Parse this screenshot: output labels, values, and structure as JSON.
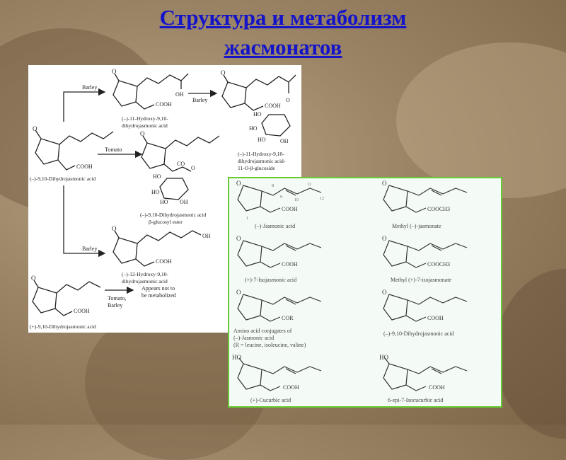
{
  "title": {
    "line1": "Структура и метаболизм",
    "line2": "жасмонатов"
  },
  "left_panel": {
    "arrow_barley_top": "Barley",
    "arrow_barley_right": "Barley",
    "arrow_tomato": "Tomato",
    "arrow_barley_mid": "Barley",
    "arrow_tomato_barley": [
      "Tomato,",
      "Barley"
    ],
    "appears_not": [
      "Appears not to",
      "be metabolized"
    ],
    "groups": {
      "cooh": "COOH",
      "oh": "OH",
      "o": "O",
      "co": "CO",
      "ho": "HO"
    },
    "compounds": {
      "hydroxy11": [
        "(–)-11-Hydroxy-9,10-",
        "dihydrojasmonic acid"
      ],
      "glucoside": [
        "(–)-11-Hydroxy-9,10-",
        "dihydrojasmonic acid-",
        "11-O-β-glucoside"
      ],
      "dihydro_minus": "(–)-9,10-Dihydrojasmonic acid",
      "ester": [
        "(–)-9,10-Dihydrojasmonic acid",
        "β-glucosyl ester"
      ],
      "hydroxy12": [
        "(–)-12-Hydroxy-9,10-",
        "dihydrojasmonic acid"
      ],
      "dihydro_plus": "(+)-9,10-Dihydrojasmonic acid"
    }
  },
  "right_panel": {
    "groups": {
      "cooh": "COOH",
      "cooch3": "COOCH3",
      "cor": "COR",
      "o": "O",
      "ho": "HO"
    },
    "numbers": [
      "8",
      "9",
      "11",
      "10",
      "12",
      "1"
    ],
    "compounds": {
      "jasmonic": "(–)-Jasmonic acid",
      "methyl_jasmonate": "Methyl (–)-jasmonate",
      "isojasmonic": "(+)-7-Isojasmonic acid",
      "methyl_iso": "Methyl (+)-7-isojasmonate",
      "amino": [
        "Amino acid conjugates of",
        "(–)-Jasmonic acid",
        "(R = leucine, isoleucine, valine)"
      ],
      "dihydro": "(–)-9,10-Dihydrojasmonic acid",
      "cucurbic": "(+)-Cucurbic acid",
      "isocucurbic": "6-epi-7-Isocucurbic acid"
    }
  }
}
